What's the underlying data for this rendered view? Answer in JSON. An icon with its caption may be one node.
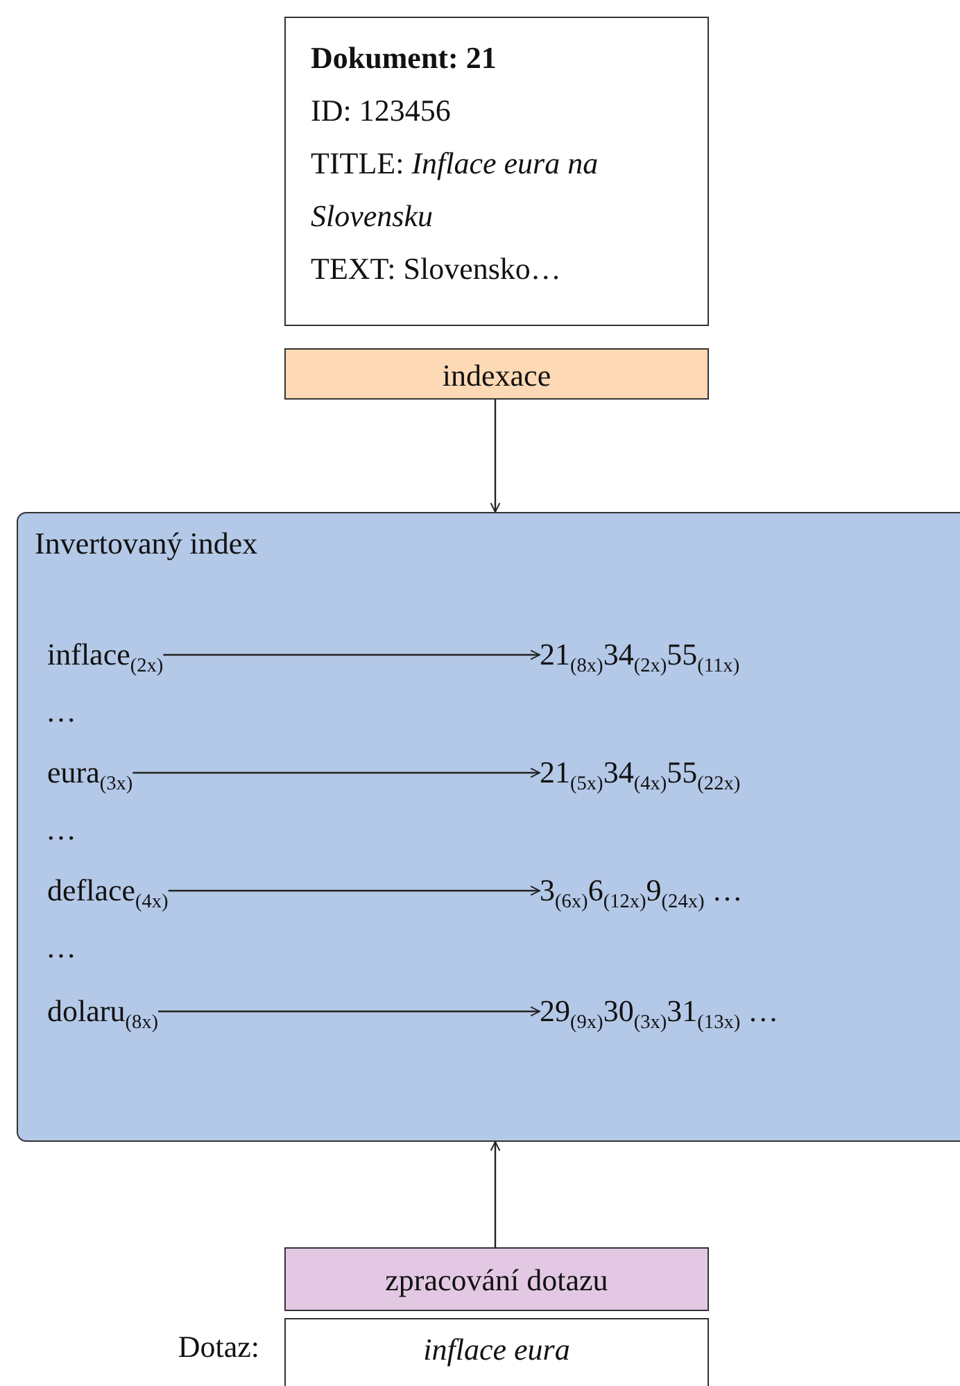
{
  "diagram": {
    "nodes": [
      {
        "text": [
          "Dokument: 21",
          "ID: 123456",
          "TITLE: *Inflace eura na Slovensku*",
          "TEXT: Slovensko…"
        ]
      },
      {
        "text": [
          "indexace"
        ]
      },
      {
        "text": [
          "Invertovaný index"
        ]
      },
      {
        "text": [
          "inflace$_{(2x)}$"
        ],
        "in": 2
      },
      {
        "text": [
          "21$_{(8x)}$34$_{(2x)}$55$_{(11x)}$"
        ],
        "in": 2
      },
      {
        "text": [
          "eura$_{(3x)}$"
        ],
        "in": 2
      },
      {
        "text": [
          "21$_{(5x)}$34$_{(4x)}$55$_{(22x)}$"
        ],
        "in": 2
      },
      {
        "text": [
          "deflace$_{(4x)}$"
        ],
        "in": 2
      },
      {
        "text": [
          "3$_{(6x)}$6$_{(12x)}$9$_{(24x)}$ …"
        ],
        "in": 2
      },
      {
        "text": [
          "dolaru$_{(8x)}$"
        ],
        "in": 2
      },
      {
        "text": [
          "29$_{(9x)}$30$_{(3x)}$31$_{(13x)}$ …"
        ],
        "in": 2
      },
      {
        "text": [
          "zpracování dotazu"
        ]
      },
      {
        "text": [
          "inflace eura"
        ],
        "beside": [
          "Dotaz:"
        ]
      }
    ],
    "edges": [
      {
        "from": 1,
        "to": 2,
        "arrow": "to"
      },
      {
        "from": 3,
        "to": 4,
        "arrow": "to"
      },
      {
        "from": 5,
        "to": 6,
        "arrow": "to"
      },
      {
        "from": 7,
        "to": 8,
        "arrow": "to"
      },
      {
        "from": 9,
        "to": 10,
        "arrow": "to"
      },
      {
        "from": 11,
        "to": 2,
        "arrow": "to"
      }
    ],
    "labels": [
      "…",
      "…",
      "…"
    ]
  }
}
